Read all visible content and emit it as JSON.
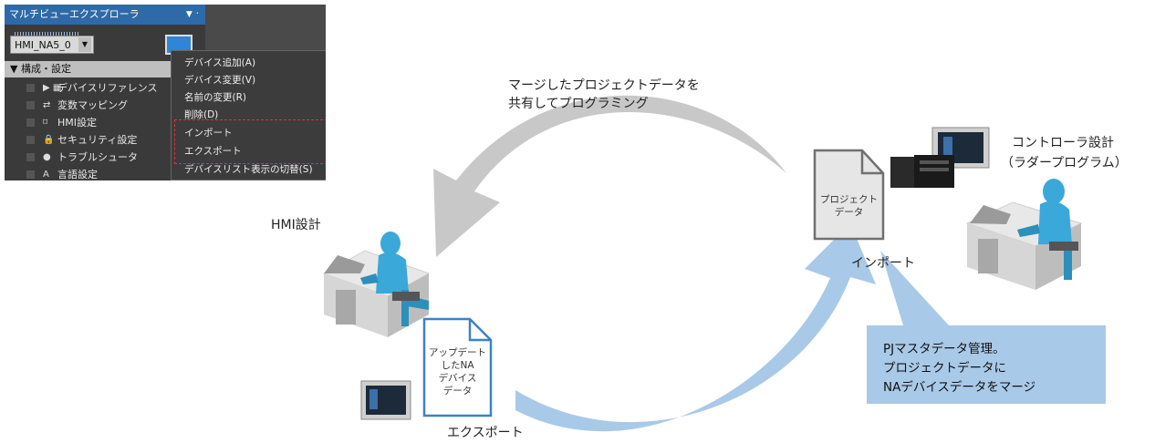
{
  "explorer": {
    "title": "マルチビューエクスプローラ",
    "title_controls": "▼ ᛫",
    "device": "HMI_NA5_0",
    "tree_header": "構成・設定",
    "tree_items": [
      {
        "label": "デバイスリファレンス",
        "icon": "▶ ▦"
      },
      {
        "label": "変数マッピング",
        "icon": "⇄"
      },
      {
        "label": "HMI設定",
        "icon": "⌑"
      },
      {
        "label": "セキュリティ設定",
        "icon": "🔒"
      },
      {
        "label": "トラブルシュータ",
        "icon": "●"
      },
      {
        "label": "言語設定",
        "icon": "A"
      }
    ],
    "context_menu": [
      "デバイス追加(A)",
      "デバイス変更(V)",
      "名前の変更(R)",
      "削除(D)",
      "インポート",
      "エクスポート",
      "デバイスリスト表示の切替(S)"
    ]
  },
  "labels": {
    "share_line1": "マージしたプロジェクトデータを",
    "share_line2": "共有してプログラミング",
    "hmi_design": "HMI設計",
    "controller_line1": "コントローラ設計",
    "controller_line2": "（ラダープログラム）",
    "import": "インポート",
    "export": "エクスポート"
  },
  "project_doc": {
    "line1": "プロジェクト",
    "line2": "データ"
  },
  "updated_doc": {
    "line1": "アップデート",
    "line2": "したNA",
    "line3": "デバイス",
    "line4": "データ"
  },
  "callout": {
    "line1": "PJマスタデータ管理。",
    "line2": "プロジェクトデータに",
    "line3": "NAデバイスデータをマージ"
  },
  "colors": {
    "gray_arrow": "#c8c8c8",
    "blue_arrow": "#a9c9e8",
    "highlight": "#e0303a",
    "person": "#3aa8d8"
  }
}
